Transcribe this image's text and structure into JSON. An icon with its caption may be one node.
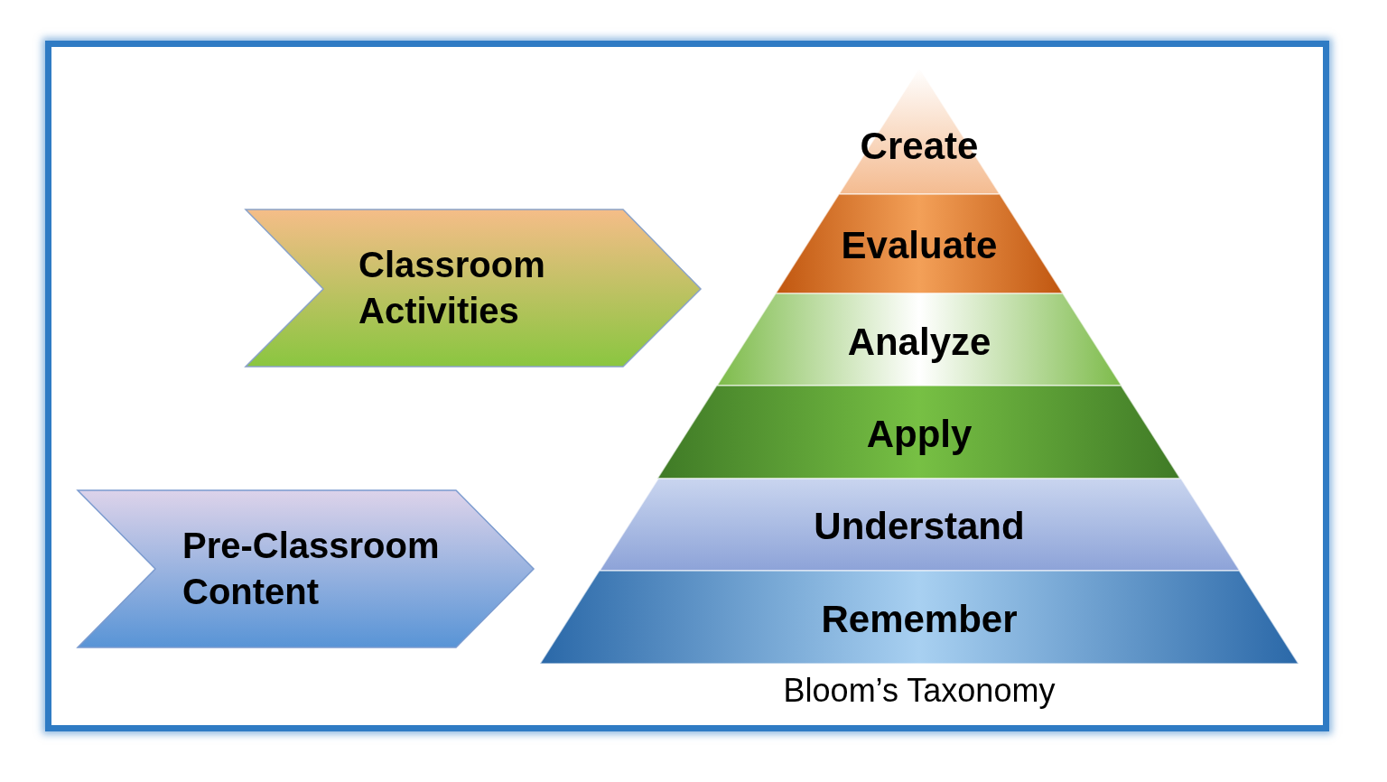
{
  "diagram": {
    "caption": "Bloom’s Taxonomy",
    "nodes": [
      {
        "text": [
          "Classroom Activities"
        ]
      },
      {
        "text": [
          "Pre-Classroom Content"
        ]
      },
      {
        "text": [
          "Create"
        ]
      },
      {
        "text": [
          "Evaluate"
        ]
      },
      {
        "text": [
          "Analyze"
        ]
      },
      {
        "text": [
          "Apply"
        ]
      },
      {
        "text": [
          "Understand"
        ]
      },
      {
        "text": [
          "Remember"
        ]
      }
    ]
  }
}
